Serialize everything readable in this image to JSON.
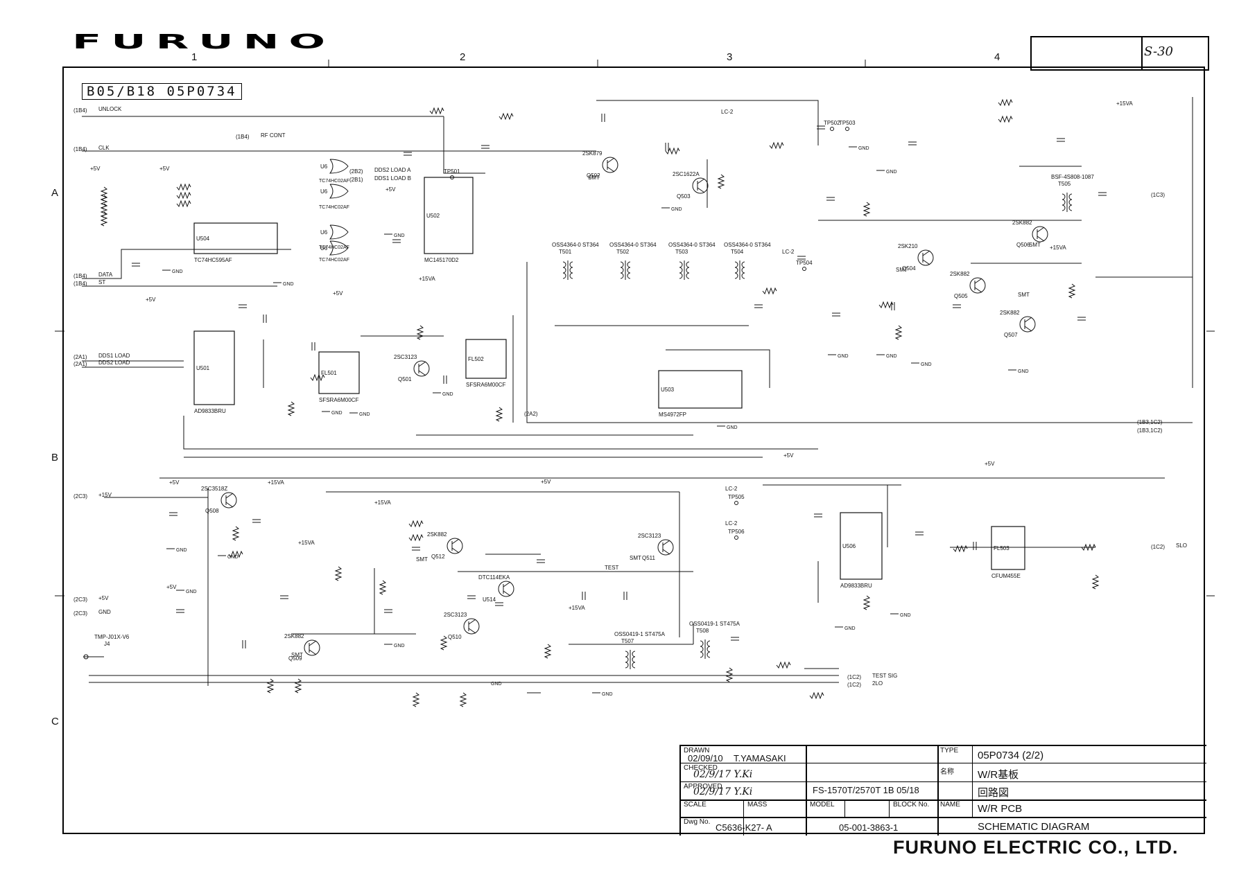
{
  "brand": "FURUNO",
  "zones": {
    "columns": [
      "1",
      "2",
      "3",
      "4"
    ],
    "rows": [
      "A",
      "B",
      "C"
    ]
  },
  "page_ref": "S-30",
  "board_tag": "B05/B18 05P0734",
  "ports": [
    {
      "ref": "(1B4)",
      "net": "UNLOCK"
    },
    {
      "ref": "(1B4)",
      "net": "CLK"
    },
    {
      "ref": "(1B4)",
      "net": "RF CONT"
    },
    {
      "ref": "(1B4)",
      "net": "DATA"
    },
    {
      "ref": "(1B4)",
      "net": "ST"
    },
    {
      "ref": "(2A1)",
      "net": "DDS1 LOAD"
    },
    {
      "ref": "(2A1)",
      "net": "DDS2 LOAD"
    },
    {
      "ref": "(2C3)",
      "net": "+15V"
    },
    {
      "ref": "(2C3)",
      "net": "+5V"
    },
    {
      "ref": "(2C3)",
      "net": "GND"
    },
    {
      "ref": "(2A2)",
      "net": ""
    },
    {
      "ref": "(2B2)",
      "net": "DDS2 LOAD A"
    },
    {
      "ref": "(2B1)",
      "net": "DDS1 LOAD B"
    },
    {
      "ref": "(1B3,1C2)",
      "net": ""
    },
    {
      "ref": "(1B3,1C2)",
      "net": ""
    },
    {
      "ref": "(1C3)",
      "net": ""
    },
    {
      "ref": "(1C2)",
      "net": "SLO"
    },
    {
      "ref": "(1C2)",
      "net": "TEST SIG"
    },
    {
      "ref": "(1C2)",
      "net": "2LO"
    }
  ],
  "components": [
    {
      "ref": "U504",
      "part": "TC74HC595AF"
    },
    {
      "ref": "U6",
      "part": "TC74HC02AF"
    },
    {
      "ref": "U501",
      "part": "AD9833BRU"
    },
    {
      "ref": "U502",
      "part": "MC145170D2"
    },
    {
      "ref": "U503",
      "part": "MS4972FP"
    },
    {
      "ref": "U506",
      "part": "AD9833BRU"
    },
    {
      "ref": "FL501",
      "part": "SFSRA6M00CF"
    },
    {
      "ref": "FL502",
      "part": "SFSRA6M00CF"
    },
    {
      "ref": "FL503",
      "part": "CFUM455E"
    },
    {
      "ref": "T501",
      "part": "OSS4364-0 ST364"
    },
    {
      "ref": "T502",
      "part": "OSS4364-0 ST364"
    },
    {
      "ref": "T503",
      "part": "OSS4364-0 ST364"
    },
    {
      "ref": "T504",
      "part": "OSS4364-0 ST364"
    },
    {
      "ref": "T505",
      "part": "BSF-4S808-1087"
    },
    {
      "ref": "T507",
      "part": "OSS0419-1 ST475A"
    },
    {
      "ref": "T508",
      "part": "OSS0419-1 ST475A"
    },
    {
      "ref": "Q501",
      "part": "2SC3123"
    },
    {
      "ref": "Q502",
      "part": "2SK879"
    },
    {
      "ref": "Q503",
      "part": "2SC1622A"
    },
    {
      "ref": "Q504",
      "part": "2SK210"
    },
    {
      "ref": "Q505",
      "part": "2SK882"
    },
    {
      "ref": "Q506",
      "part": "2SK882"
    },
    {
      "ref": "Q507",
      "part": "2SK882"
    },
    {
      "ref": "Q508",
      "part": "2SC3518Z"
    },
    {
      "ref": "Q509",
      "part": "2SK882"
    },
    {
      "ref": "Q510",
      "part": "2SC3123"
    },
    {
      "ref": "Q511",
      "part": "2SC3123"
    },
    {
      "ref": "Q512",
      "part": "2SK882"
    },
    {
      "ref": "U514",
      "part": "DTC114EKA"
    },
    {
      "ref": "J4",
      "part": "TMP-J01X-V6"
    }
  ],
  "nets": [
    "+5V",
    "+15V",
    "+15VA",
    "GND",
    "SMT",
    "LC-2",
    "TEST"
  ],
  "test_points": [
    "TP501",
    "TP502",
    "TP503",
    "TP504",
    "TP505",
    "TP506"
  ],
  "title_block": {
    "drawn_label": "DRAWN",
    "drawn_date": "02/09/10",
    "drawn_by": "T.YAMASAKI",
    "checked_label": "CHECKED",
    "checked_sig": "02/9/17 Y.Ki",
    "approved_label": "APPROVED",
    "approved_sig": "02/9/17 Y.Ki",
    "type_label": "TYPE",
    "type_value": "05P0734 (2/2)",
    "name_jp_label": "名称",
    "name_jp_value": "W/R基板",
    "model_line": "FS-1570T/2570T  1B 05/18",
    "title_jp": "回路図",
    "scale_label": "SCALE",
    "mass_label": "MASS",
    "model_label": "MODEL",
    "block_label": "BLOCK No.",
    "name_label": "NAME",
    "name_value": "W/R PCB",
    "dwg_label": "Dwg No.",
    "dwg_value": "C5636-K27- A",
    "doc_number": "05-001-3863-1",
    "title_en": "SCHEMATIC DIAGRAM"
  },
  "company": "FURUNO ELECTRIC CO., LTD."
}
